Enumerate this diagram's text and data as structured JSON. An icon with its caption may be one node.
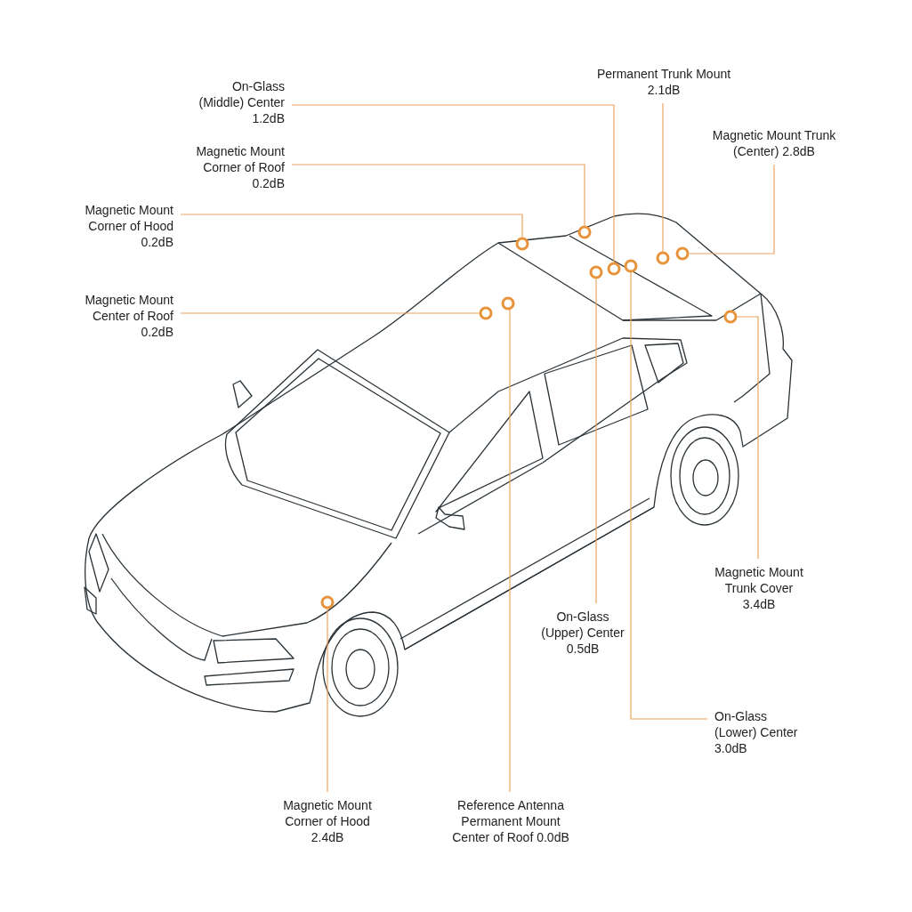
{
  "diagram": {
    "nodes": [
      {
        "text": [
          "On-Glass (Middle) Center 1.2dB"
        ]
      },
      {
        "text": [
          "Magnetic Mount Corner of Roof 0.2dB"
        ]
      },
      {
        "text": [
          "Magnetic Mount Corner of Hood 0.2dB"
        ]
      },
      {
        "text": [
          "Magnetic Mount Center of Roof 0.2dB"
        ]
      },
      {
        "text": [
          "Permanent Trunk Mount 2.1dB"
        ]
      },
      {
        "text": [
          "Magnetic Mount Trunk (Center) 2.8dB"
        ]
      },
      {
        "text": [
          "Magnetic Mount Trunk Cover 3.4dB"
        ]
      },
      {
        "text": [
          "On-Glass (Upper) Center 0.5dB"
        ]
      },
      {
        "text": [
          "On-Glass (Lower) Center 3.0dB"
        ]
      },
      {
        "text": [
          "Magnetic Mount Corner of Hood 2.4dB"
        ]
      },
      {
        "text": [
          "Reference Antenna Permanent Mount Center of Roof 0.0dB"
        ]
      },
      {
        "text": [],
        "shape": "circle"
      },
      {
        "text": [],
        "shape": "circle"
      },
      {
        "text": [],
        "shape": "circle"
      },
      {
        "text": [],
        "shape": "circle"
      },
      {
        "text": [],
        "shape": "circle"
      },
      {
        "text": [],
        "shape": "circle"
      },
      {
        "text": [],
        "shape": "circle"
      },
      {
        "text": [],
        "shape": "circle"
      },
      {
        "text": [],
        "shape": "circle"
      },
      {
        "text": [],
        "shape": "circle"
      },
      {
        "text": [],
        "shape": "circle"
      }
    ],
    "edges": [
      {
        "from": 0,
        "to": 17,
        "arrow": "none"
      },
      {
        "from": 1,
        "to": 13,
        "arrow": "none"
      },
      {
        "from": 2,
        "to": 12,
        "arrow": "none"
      },
      {
        "from": 3,
        "to": 11,
        "arrow": "none"
      },
      {
        "from": 4,
        "to": 19,
        "arrow": "none"
      },
      {
        "from": 5,
        "to": 20,
        "arrow": "none"
      },
      {
        "from": 6,
        "to": 21,
        "arrow": "none"
      },
      {
        "from": 7,
        "to": 16,
        "arrow": "none"
      },
      {
        "from": 8,
        "to": 18,
        "arrow": "none"
      },
      {
        "from": 9,
        "to": 15,
        "arrow": "none"
      },
      {
        "from": 10,
        "to": 14,
        "arrow": "none"
      }
    ]
  }
}
